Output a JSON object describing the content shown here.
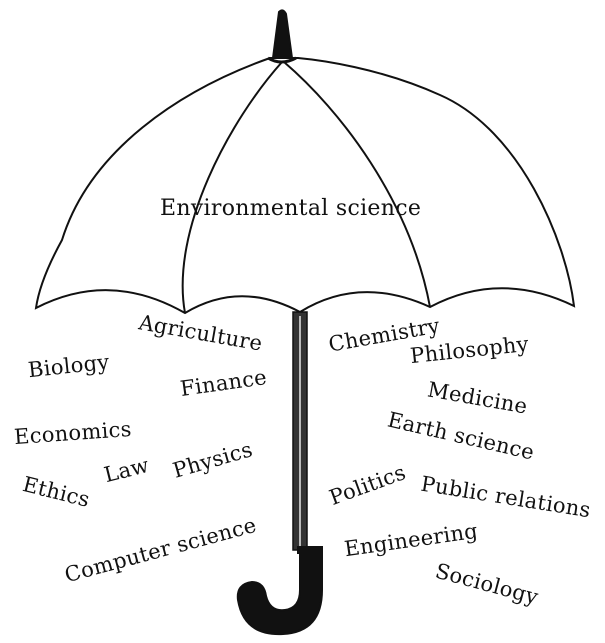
{
  "diagram": {
    "center_label": "Environmental science",
    "disciplines": [
      "Biology",
      "Agriculture",
      "Finance",
      "Chemistry",
      "Philosophy",
      "Medicine",
      "Economics",
      "Earth science",
      "Law",
      "Physics",
      "Ethics",
      "Politics",
      "Public relations",
      "Computer science",
      "Engineering",
      "Sociology"
    ]
  },
  "colors": {
    "ink": "#111111",
    "background": "#ffffff"
  }
}
